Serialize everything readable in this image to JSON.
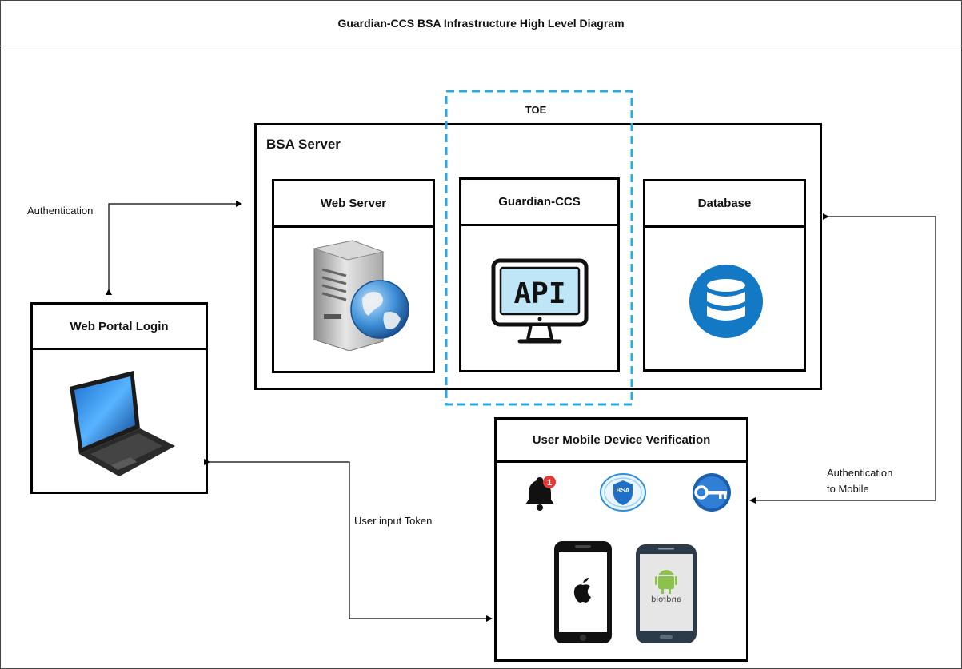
{
  "title": "Guardian-CCS BSA Infrastructure High Level Diagram",
  "toe_label": "TOE",
  "bsa_server": {
    "label": "BSA Server",
    "components": [
      {
        "label": "Web Server",
        "icon": "web-server-globe-icon"
      },
      {
        "label": "Guardian-CCS",
        "icon": "api-monitor-icon",
        "icon_text": "API"
      },
      {
        "label": "Database",
        "icon": "database-icon"
      }
    ]
  },
  "web_portal": {
    "label": "Web Portal Login",
    "icon": "laptop-icon"
  },
  "mobile": {
    "label": "User Mobile Device Verification",
    "icons": [
      "notification-bell-icon",
      "bsa-shield-icon",
      "key-icon",
      "iphone-icon",
      "android-phone-icon"
    ],
    "badge_count": "1",
    "bsa_badge_text": "BSA",
    "android_wordmark": "android"
  },
  "edges": {
    "authentication": "Authentication",
    "user_input_token": "User input Token",
    "authentication_to_mobile_line1": "Authentication",
    "authentication_to_mobile_line2": "to Mobile"
  },
  "colors": {
    "toe_dash": "#29a9e0",
    "api_screen": "#bfe6f7",
    "database_blue": "#1479c4",
    "badge_red": "#e53935",
    "android_green": "#8bc34a"
  }
}
